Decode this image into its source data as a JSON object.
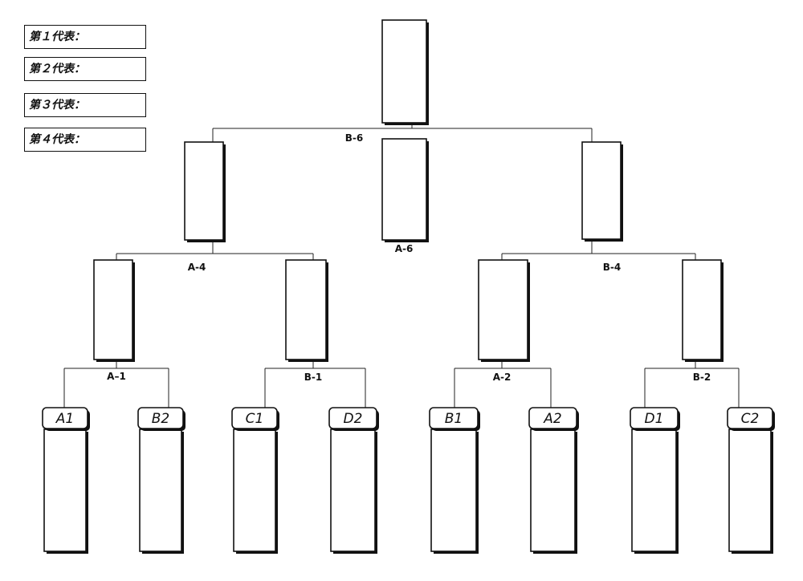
{
  "representatives": [
    "第１代表：",
    "第２代表：",
    "第３代表：",
    "第４代表："
  ],
  "teams": [
    "A1",
    "B2",
    "C1",
    "D2",
    "B1",
    "A2",
    "D1",
    "C2"
  ],
  "matches": {
    "round1": [
      "A–1",
      "B-1",
      "A-2",
      "B-2"
    ],
    "round2": [
      "A-4",
      "B-4"
    ],
    "final": "B-6",
    "third_place": "A-6"
  }
}
